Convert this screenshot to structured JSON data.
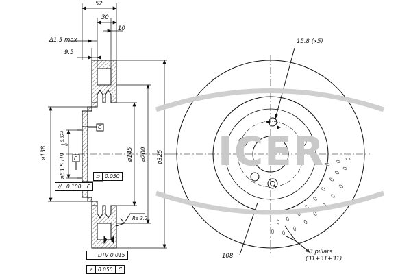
{
  "watermark": {
    "brand": "ICER",
    "color": "#c9c9c9"
  },
  "dimensions": {
    "width_52": "52",
    "width_30": "30",
    "width_10": "10",
    "runout": "Δ1.5 max",
    "width_9_5": "9.5",
    "dia_138": "ø138",
    "dia_63_5": "ø63.5 H9",
    "tol_63_5": "+0.074\n0",
    "dia_145": "ø145",
    "dia_200": "ø200",
    "dia_325": "ø325",
    "holes": "15.8  (x5)",
    "r_108": "108",
    "pillars_line1": "93 pillars",
    "pillars_line2": "(31+31+31)",
    "roughness": "Ra 3.2"
  },
  "tolerances": {
    "flatness_sym": "▱",
    "flatness_val": "0.050",
    "parallel_sym": "//",
    "parallel_val": "0.100",
    "parallel_ref": "C",
    "dtv_sym": "",
    "dtv_val": "DTV  0.015",
    "runout_sym": "↗",
    "runout_val": "0.050",
    "runout_ref": "C",
    "datum_c": "C",
    "datum_f": "F"
  }
}
